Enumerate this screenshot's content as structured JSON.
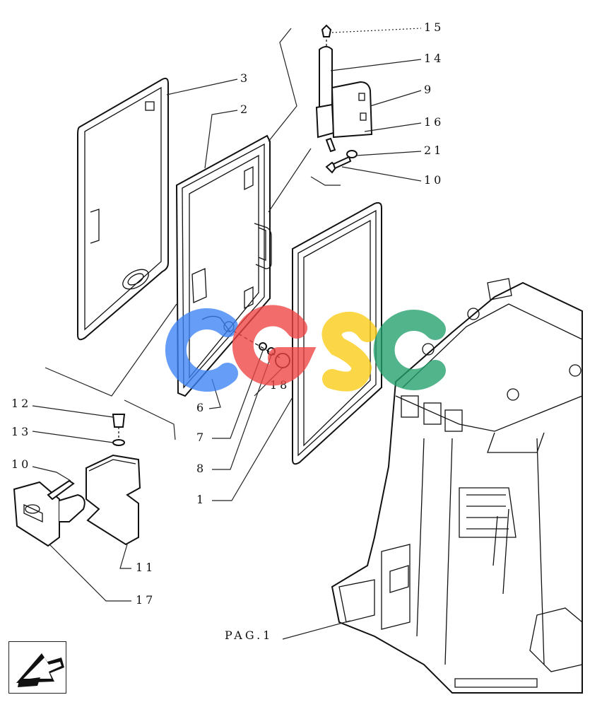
{
  "diagram": {
    "callouts": [
      {
        "id": "15",
        "text": "15"
      },
      {
        "id": "14",
        "text": "14"
      },
      {
        "id": "9",
        "text": "9"
      },
      {
        "id": "16",
        "text": "16"
      },
      {
        "id": "21",
        "text": "21"
      },
      {
        "id": "10a",
        "text": "10"
      },
      {
        "id": "3",
        "text": "3"
      },
      {
        "id": "2",
        "text": "2"
      },
      {
        "id": "6",
        "text": "6"
      },
      {
        "id": "7",
        "text": "7"
      },
      {
        "id": "8",
        "text": "8"
      },
      {
        "id": "18",
        "text": "18"
      },
      {
        "id": "1",
        "text": "1"
      },
      {
        "id": "12",
        "text": "12"
      },
      {
        "id": "13",
        "text": "13"
      },
      {
        "id": "10b",
        "text": "10"
      },
      {
        "id": "11",
        "text": "11"
      },
      {
        "id": "17",
        "text": "17"
      }
    ],
    "page_ref": "PAG.1"
  },
  "watermark": {
    "letters": [
      "C",
      "G",
      "S",
      "C"
    ],
    "colors": [
      "#3b82f6",
      "#ef4444",
      "#facc15",
      "#22a06b"
    ]
  },
  "nav": {
    "back_icon": "arrow-back-icon"
  }
}
